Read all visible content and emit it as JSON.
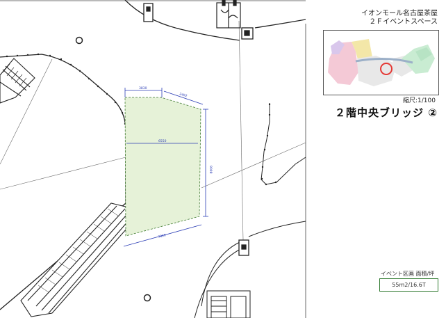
{
  "header": {
    "line1": "イオンモール名古屋茶屋",
    "line2": "２Ｆイベントスペース"
  },
  "scale_label": "縮尺:1/100",
  "place_title": "２階中央ブリッジ ②",
  "area": {
    "label": "イベント区画 面積/坪",
    "value": "55m2/16.6T"
  },
  "dimensions": {
    "top_left": "3830",
    "top_right": "2462",
    "middle": "6550",
    "right": "9098",
    "bottom": "7820"
  },
  "colors": {
    "event_area_fill": "#e6f2d8",
    "dimension_line": "#2b3db5",
    "locator_marker": "#e53935"
  }
}
